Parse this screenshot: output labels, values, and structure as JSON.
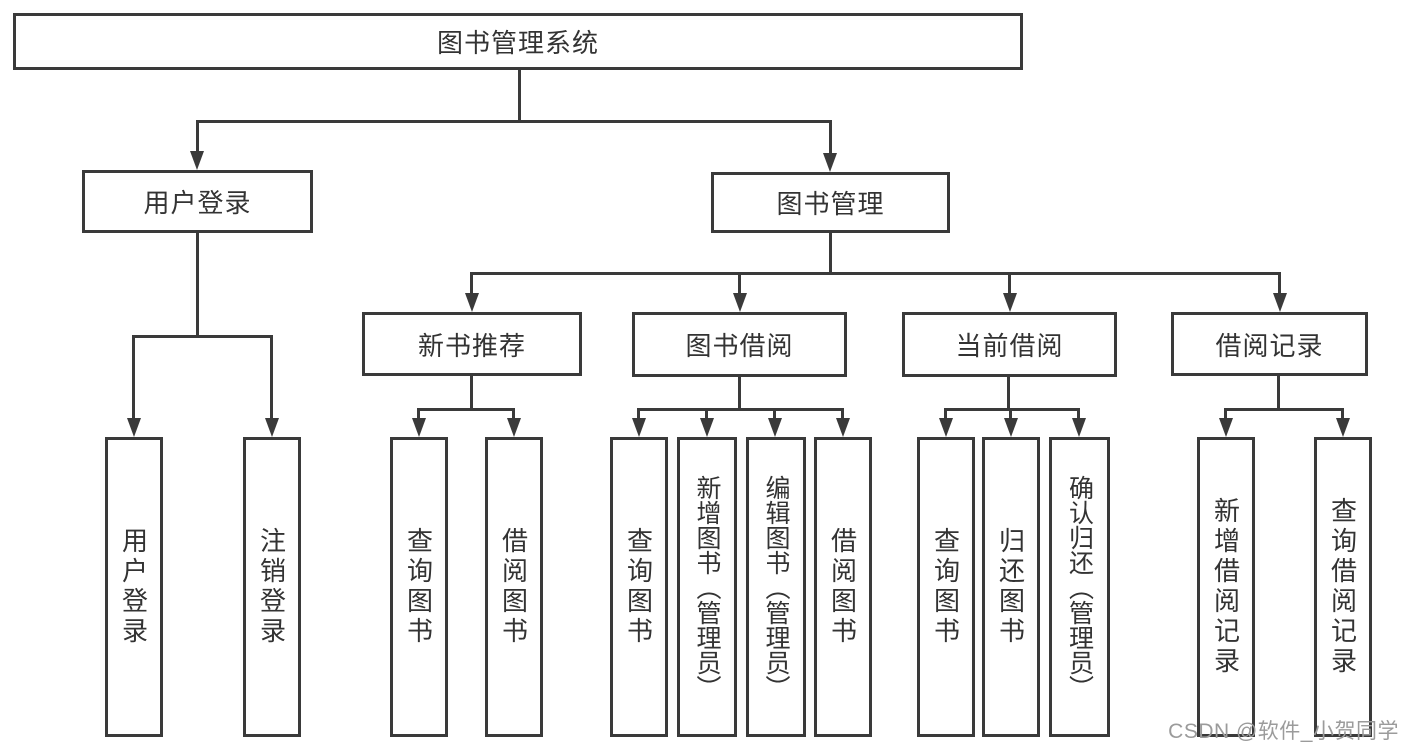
{
  "diagram": {
    "root": {
      "label": "图书管理系统"
    },
    "level2": [
      {
        "label": "用户登录"
      },
      {
        "label": "图书管理"
      }
    ],
    "level3": [
      {
        "label": "新书推荐"
      },
      {
        "label": "图书借阅"
      },
      {
        "label": "当前借阅"
      },
      {
        "label": "借阅记录"
      }
    ],
    "leaves": [
      {
        "label": "用户登录"
      },
      {
        "label": "注销登录"
      },
      {
        "label": "查询图书"
      },
      {
        "label": "借阅图书"
      },
      {
        "label": "查询图书"
      },
      {
        "label": "新增图书（管理员）"
      },
      {
        "label": "编辑图书（管理员）"
      },
      {
        "label": "借阅图书"
      },
      {
        "label": "查询图书"
      },
      {
        "label": "归还图书"
      },
      {
        "label": "确认归还（管理员）"
      },
      {
        "label": "新增借阅记录"
      },
      {
        "label": "查询借阅记录"
      }
    ]
  },
  "watermark": {
    "text": "CSDN @软件_小贺同学"
  },
  "colors": {
    "line": "#3a3a3a",
    "text": "#333333",
    "watermark": "#9b9b9b",
    "background": "#ffffff"
  }
}
